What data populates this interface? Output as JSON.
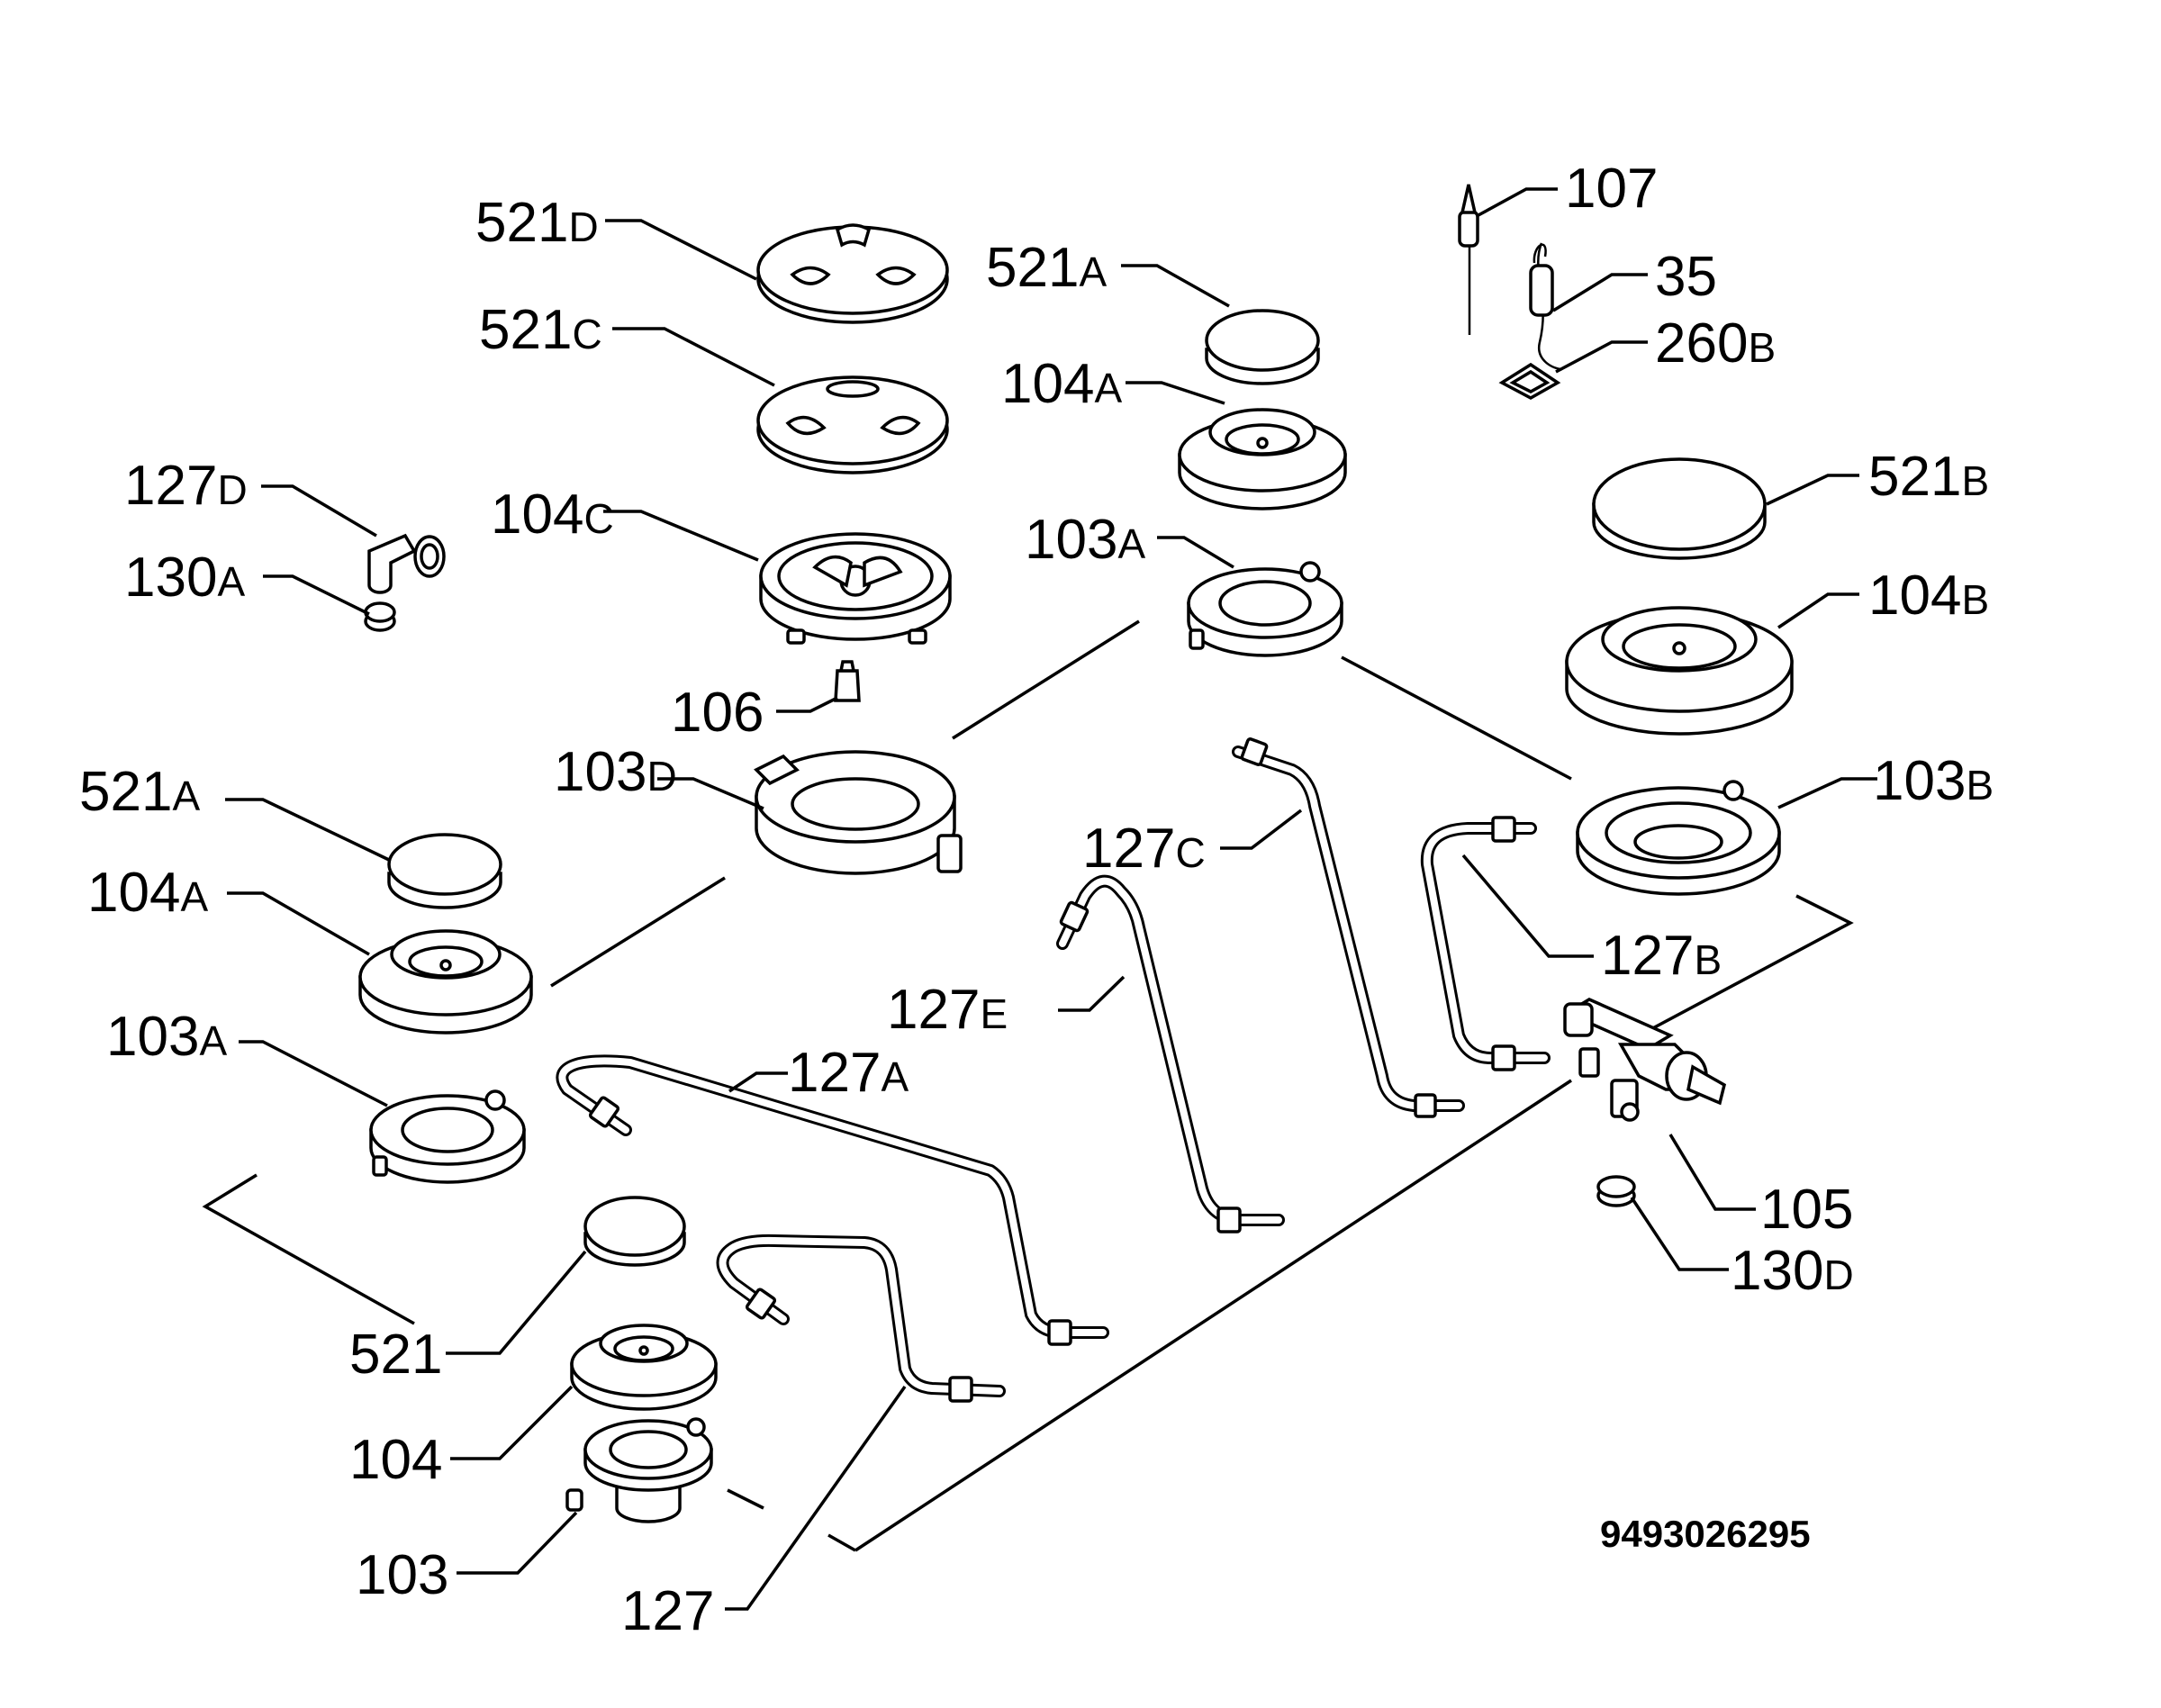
{
  "diagram": {
    "document_number": "9493026295",
    "labels": [
      {
        "id": "l-107",
        "num": "107",
        "suffix": ""
      },
      {
        "id": "l-35",
        "num": "35",
        "suffix": ""
      },
      {
        "id": "l-260b",
        "num": "260",
        "suffix": "B"
      },
      {
        "id": "l-521d",
        "num": "521",
        "suffix": "D"
      },
      {
        "id": "l-521c",
        "num": "521",
        "suffix": "C"
      },
      {
        "id": "l-521a-top",
        "num": "521",
        "suffix": "A"
      },
      {
        "id": "l-104a-top",
        "num": "104",
        "suffix": "A"
      },
      {
        "id": "l-127d",
        "num": "127",
        "suffix": "D"
      },
      {
        "id": "l-130a",
        "num": "130",
        "suffix": "A"
      },
      {
        "id": "l-104c",
        "num": "104",
        "suffix": "C"
      },
      {
        "id": "l-103a-top",
        "num": "103",
        "suffix": "A"
      },
      {
        "id": "l-521b",
        "num": "521",
        "suffix": "B"
      },
      {
        "id": "l-104b",
        "num": "104",
        "suffix": "B"
      },
      {
        "id": "l-106",
        "num": "106",
        "suffix": ""
      },
      {
        "id": "l-103d",
        "num": "103",
        "suffix": "D"
      },
      {
        "id": "l-103b",
        "num": "103",
        "suffix": "B"
      },
      {
        "id": "l-521a-left",
        "num": "521",
        "suffix": "A"
      },
      {
        "id": "l-127c",
        "num": "127",
        "suffix": "C"
      },
      {
        "id": "l-104a-left",
        "num": "104",
        "suffix": "A"
      },
      {
        "id": "l-127b",
        "num": "127",
        "suffix": "B"
      },
      {
        "id": "l-127e",
        "num": "127",
        "suffix": "E"
      },
      {
        "id": "l-103a-left",
        "num": "103",
        "suffix": "A"
      },
      {
        "id": "l-127a",
        "num": "127",
        "suffix": "A"
      },
      {
        "id": "l-105",
        "num": "105",
        "suffix": ""
      },
      {
        "id": "l-130d",
        "num": "130",
        "suffix": "D"
      },
      {
        "id": "l-521",
        "num": "521",
        "suffix": ""
      },
      {
        "id": "l-104",
        "num": "104",
        "suffix": ""
      },
      {
        "id": "l-103",
        "num": "103",
        "suffix": ""
      },
      {
        "id": "l-127",
        "num": "127",
        "suffix": ""
      }
    ]
  }
}
